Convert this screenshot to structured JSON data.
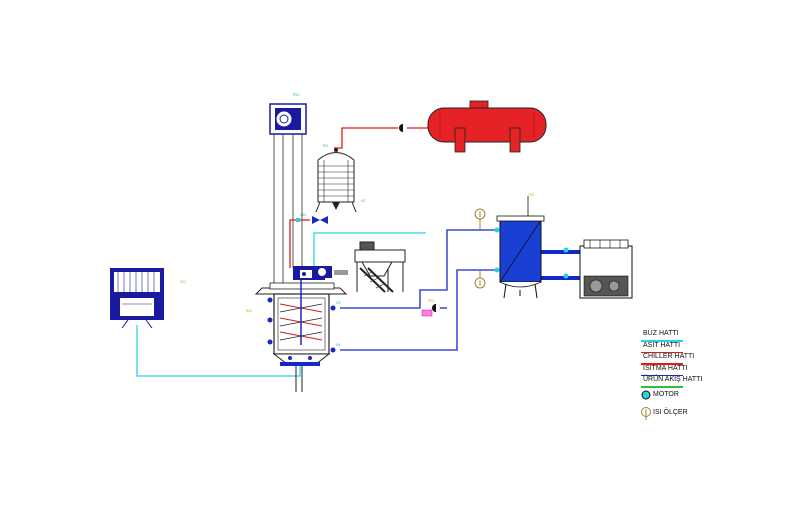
{
  "colors": {
    "buz": "#29d3e6",
    "asit": "#cc2222",
    "chiller": "#e01b1b",
    "isitma": "#1428c8",
    "urun_akis": "#2fbf3a",
    "equipment": "#1a1aa0",
    "tank_red": "#e52226"
  },
  "legend": {
    "items": [
      {
        "label": "BUZ HATTI",
        "color": "#29d3e6"
      },
      {
        "label": "ASİT HATTI",
        "color": "#cc2222"
      },
      {
        "label": "CHILLER HATTI",
        "color": "#e01b1b"
      },
      {
        "label": "ISITMA HATTI",
        "color": "#1428c8"
      },
      {
        "label": "ÜRÜN AKIŞ HATTI",
        "color": "#2fbf3a"
      }
    ],
    "motor_label": "MOTOR",
    "isi_olcer_label": "ISI ÖLÇER"
  },
  "icons": {
    "motor": "motor-icon",
    "thermometer": "thermometer-icon"
  }
}
